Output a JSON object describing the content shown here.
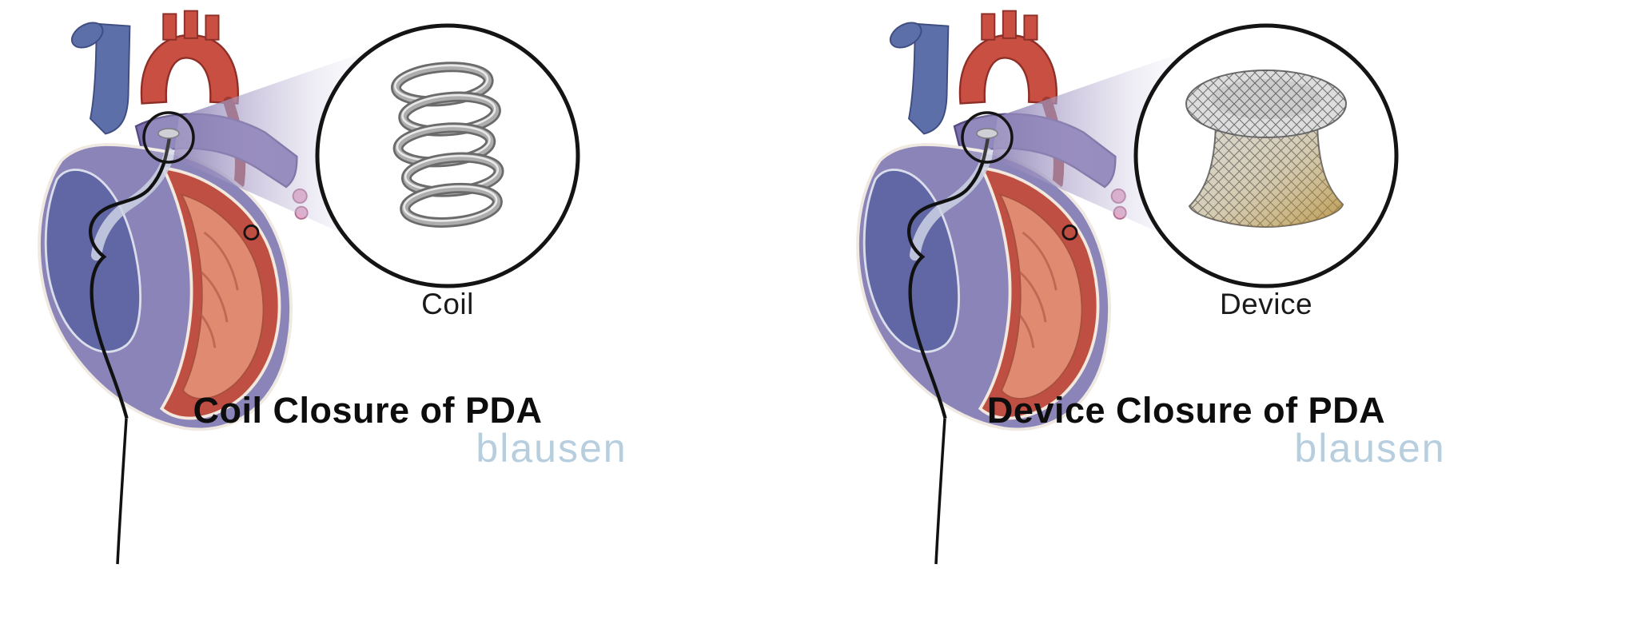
{
  "figure": {
    "panels": [
      {
        "id": "coil",
        "callout_label": "Coil",
        "caption": "Coil Closure of PDA",
        "watermark": "blausen"
      },
      {
        "id": "device",
        "callout_label": "Device",
        "caption": "Device Closure of PDA",
        "watermark": "blausen"
      }
    ],
    "colors": {
      "background": "#ffffff",
      "beam_purple": "#8b7fb4",
      "aorta_red": "#c94f43",
      "heart_red": "#c0504d",
      "heart_salmon": "#e08a72",
      "vessel_blue": "#5c6fa8",
      "heart_purple": "#8a84b8",
      "atrium_blue": "#5f66a4",
      "pink_vessel": "#e8a8c8",
      "coil_metal": "#adadad",
      "device_mesh_gray": "#d6d2c6",
      "device_gold": "#c9a348",
      "outline_black": "#141414",
      "watermark_blue": "#b6cede",
      "caption_black": "#0d0d0d"
    }
  }
}
